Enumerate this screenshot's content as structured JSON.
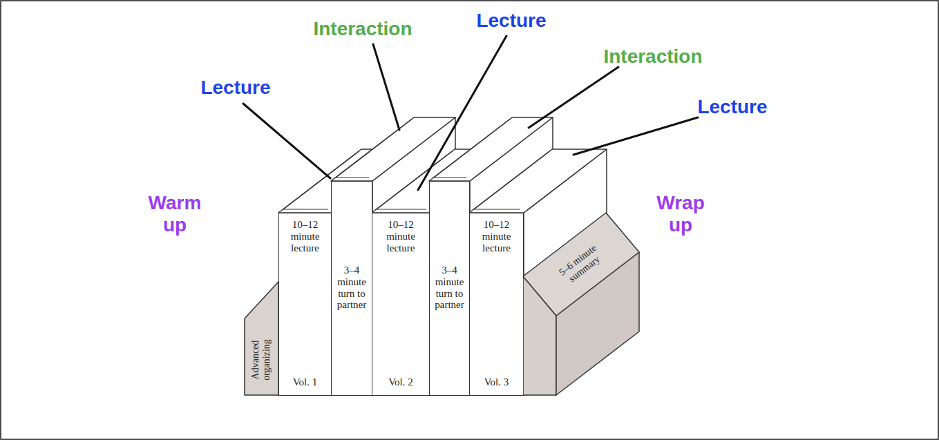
{
  "diagram": {
    "nodes": [
      {
        "text": [
          "Advanced organizing"
        ]
      },
      {
        "text": [
          "10–12 minute lecture",
          "Vol. 1"
        ]
      },
      {
        "text": [
          "3–4 minute turn to partner"
        ]
      },
      {
        "text": [
          "10–12 minute lecture",
          "Vol. 2"
        ]
      },
      {
        "text": [
          "3–4 minute turn to partner"
        ]
      },
      {
        "text": [
          "10–12 minute lecture",
          "Vol. 3"
        ]
      },
      {
        "text": [
          "5–6 minute summary"
        ]
      }
    ],
    "labels": [
      "Lecture",
      "Interaction",
      "Lecture",
      "Interaction",
      "Lecture",
      "Warm up",
      "Wrap up"
    ]
  }
}
